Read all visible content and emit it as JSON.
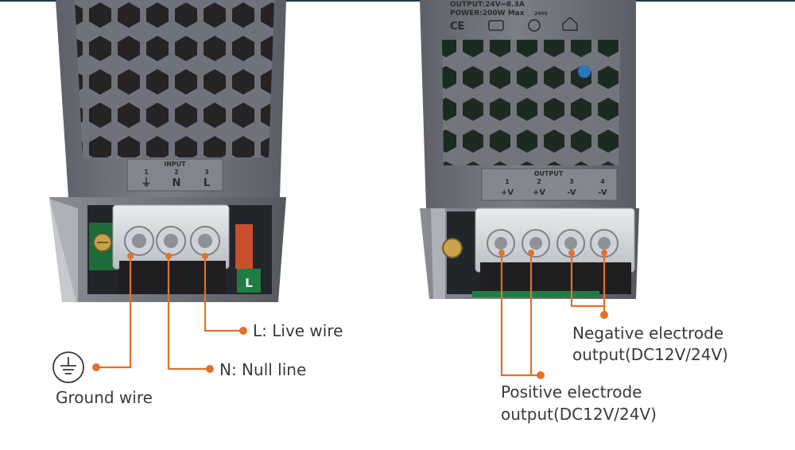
{
  "left_unit": {
    "input_header": "INPUT",
    "terminal_numbers": [
      "1",
      "2",
      "3"
    ],
    "terminal_symbols": [
      "⏚",
      "N",
      "L"
    ],
    "switch_mark": "L"
  },
  "right_unit": {
    "nameplate_line1": "OUTPUT:24V⎓8.3A",
    "nameplate_line2": "POWER:200W Max",
    "nameplate_code": "2405",
    "cert_marks": [
      "CE"
    ],
    "output_header": "OUTPUT",
    "terminal_numbers": [
      "1",
      "2",
      "3",
      "4"
    ],
    "terminal_symbols": [
      "+V",
      "+V",
      "-V",
      "-V"
    ]
  },
  "callouts": {
    "live": "L: Live wire",
    "null": "N: Null line",
    "ground": "Ground wire",
    "negative_line1": "Negative electrode",
    "negative_line2": "output(DC12V/24V)",
    "positive_line1": "Positive electrode",
    "positive_line2": "output(DC12V/24V)"
  },
  "colors": {
    "callout": "#e0722a",
    "housing": "#6e7179",
    "label_text": "#3a3a3a"
  }
}
